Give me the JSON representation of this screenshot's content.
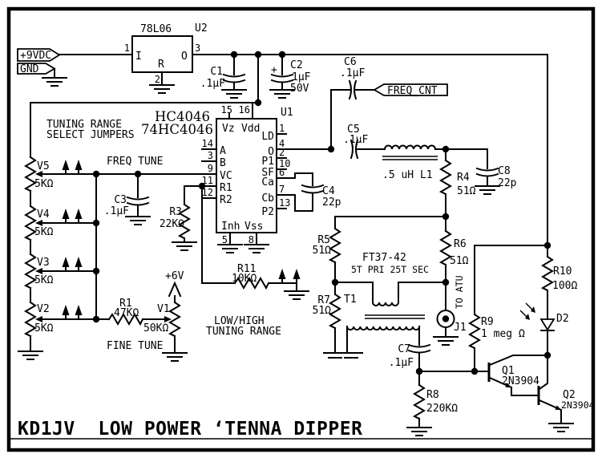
{
  "title": "KD1JV  LOW POWER ‘TENNA DIPPER",
  "nets": {
    "vin": "+9VDC",
    "gnd": "GND",
    "freq_cnt": "FREQ_CNT",
    "v6": "+6V"
  },
  "regulator": {
    "part": "78L06",
    "ref": "U2",
    "pin_in_num": "1",
    "pin_out_num": "3",
    "pin_adj_num": "2",
    "in_label": "I",
    "out_label": "O",
    "adj_label": "R"
  },
  "u1": {
    "ref": "U1",
    "family": "HC4046",
    "part": "74HC4046",
    "top_pins": [
      {
        "num": "15",
        "name": "Vz"
      },
      {
        "num": "16",
        "name": "Vdd"
      }
    ],
    "left_pins": [
      {
        "num": "14",
        "name": "A"
      },
      {
        "num": "3",
        "name": "B"
      },
      {
        "num": "9",
        "name": "VC"
      },
      {
        "num": "11",
        "name": "R1"
      },
      {
        "num": "12",
        "name": "R2"
      }
    ],
    "right_pins": [
      {
        "num": "1",
        "name": "LD"
      },
      {
        "num": "4",
        "name": "O"
      },
      {
        "num": "2",
        "name": "P1"
      },
      {
        "num": "10",
        "name": "SF"
      },
      {
        "num": "6",
        "name": "Ca"
      },
      {
        "num": "7",
        "name": "Cb"
      },
      {
        "num": "13",
        "name": "P2"
      }
    ],
    "bottom_pins": [
      {
        "num": "5",
        "name": "Inh"
      },
      {
        "num": "8",
        "name": "Vss"
      }
    ]
  },
  "capacitors": {
    "c1": {
      "ref": "C1",
      "value": ".1µF"
    },
    "c2": {
      "ref": "C2",
      "value": "1µF",
      "rating": "50V",
      "plus": "+"
    },
    "c3": {
      "ref": "C3",
      "value": ".1µF"
    },
    "c4": {
      "ref": "C4",
      "value": "22p"
    },
    "c5": {
      "ref": "C5",
      "value": ".1µF"
    },
    "c6": {
      "ref": "C6",
      "value": ".1µF"
    },
    "c7": {
      "ref": "C7",
      "value": ".1µF"
    },
    "c8": {
      "ref": "C8",
      "value": "22p"
    }
  },
  "resistors": {
    "r1": {
      "ref": "R1",
      "value": "47KΩ"
    },
    "r3": {
      "ref": "R3",
      "value": "22KΩ"
    },
    "r4": {
      "ref": "R4",
      "value": "51Ω"
    },
    "r5": {
      "ref": "R5",
      "value": "51Ω"
    },
    "r6": {
      "ref": "R6",
      "value": "51Ω"
    },
    "r7": {
      "ref": "R7",
      "value": "51Ω"
    },
    "r8": {
      "ref": "R8",
      "value": "220KΩ"
    },
    "r9": {
      "ref": "R9",
      "value": "1 meg Ω"
    },
    "r10": {
      "ref": "R10",
      "value": "100Ω"
    },
    "r11": {
      "ref": "R11",
      "value": "10KΩ"
    }
  },
  "pots": {
    "v1": {
      "ref": "V1",
      "value": "50KΩ"
    },
    "v2": {
      "ref": "V2",
      "value": "5KΩ"
    },
    "v3": {
      "ref": "V3",
      "value": "5KΩ"
    },
    "v4": {
      "ref": "V4",
      "value": "5KΩ"
    },
    "v5": {
      "ref": "V5",
      "value": "5KΩ"
    }
  },
  "inductor": {
    "label": ".5 uH L1"
  },
  "transformer": {
    "ref": "T1",
    "core": "FT37-42",
    "windings": "5T PRI 25T SEC"
  },
  "connector": {
    "ref": "J1",
    "label": "TO ATU"
  },
  "diode": {
    "ref": "D2"
  },
  "transistors": {
    "q1": {
      "ref": "Q1",
      "part": "2N3904"
    },
    "q2": {
      "ref": "Q2",
      "part": "2N3904"
    }
  },
  "annotations": {
    "tuning_range_line1": "TUNING RANGE",
    "tuning_range_line2": "SELECT JUMPERS",
    "freq_tune": "FREQ TUNE",
    "fine_tune": "FINE TUNE",
    "low_high_line1": "LOW/HIGH",
    "low_high_line2": "TUNING RANGE"
  }
}
